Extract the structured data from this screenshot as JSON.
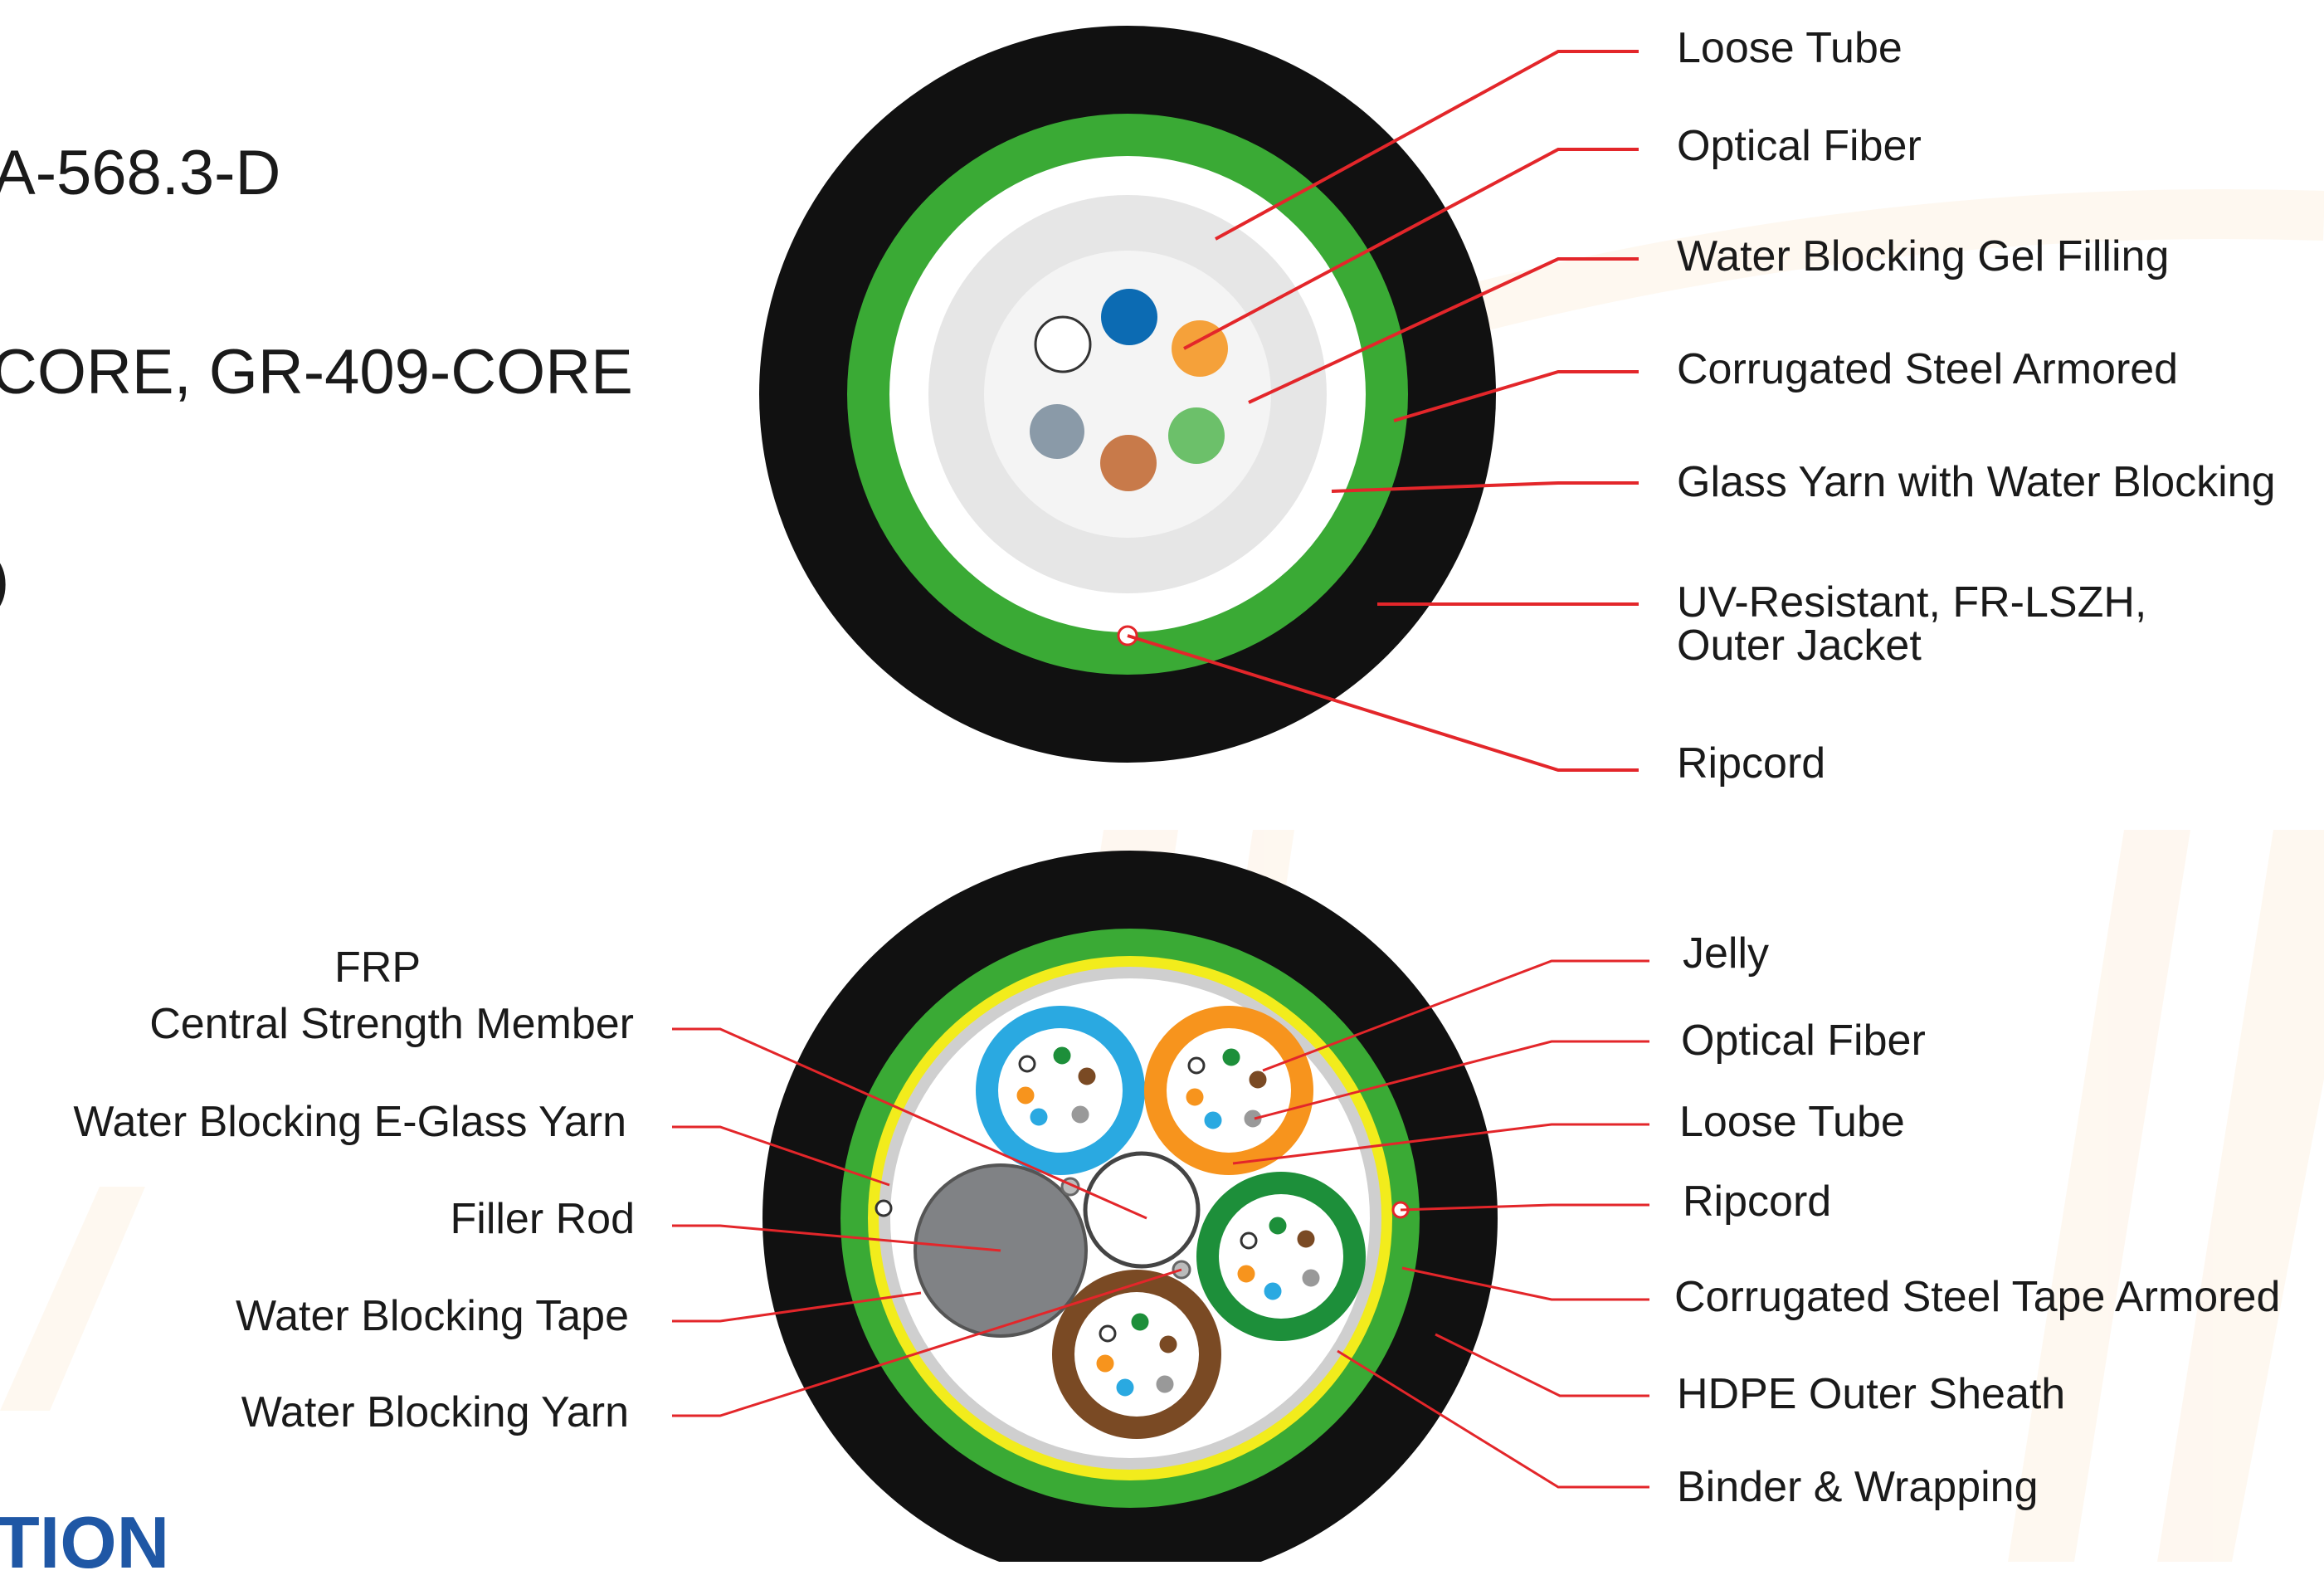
{
  "left_partial_text": {
    "line1": "A-568.3-D",
    "line2": "CORE, GR-409-CORE",
    "line3": ")",
    "heading": "TION"
  },
  "cable_top": {
    "labels": [
      "Loose Tube",
      "Optical Fiber",
      "Water Blocking Gel Filling",
      "Corrugated Steel Armored",
      "Glass Yarn with Water Blocking",
      "UV-Resistant, FR-LSZH,",
      "Outer Jacket",
      "Ripcord"
    ]
  },
  "cable_bottom": {
    "left_labels": {
      "frp_line1": "FRP",
      "frp_line2": "Central Strength Member",
      "e_glass": "Water Blocking E-Glass Yarn",
      "filler": "Filler Rod",
      "tape": "Water Blocking Tape",
      "yarn": "Water Blocking Yarn"
    },
    "right_labels": {
      "jelly": "Jelly",
      "fiber": "Optical Fiber",
      "tube": "Loose Tube",
      "ripcord": "Ripcord",
      "armored": "Corrugated Steel Tape Armored",
      "sheath": "HDPE Outer Sheath",
      "binder": "Binder & Wrapping"
    }
  },
  "colors": {
    "jacket": "#111111",
    "armor_green": "#3aaa35",
    "leader_red": "#e3262a",
    "tape_yellow": "#f2ec1c",
    "heading_blue": "#1f57a5"
  }
}
